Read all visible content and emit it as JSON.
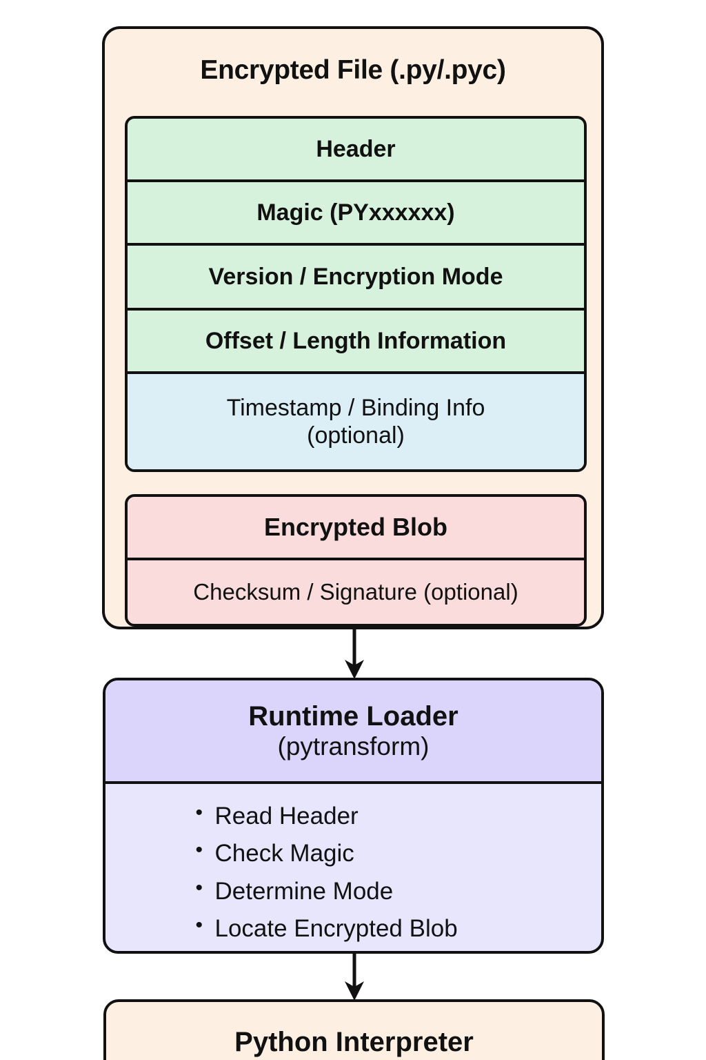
{
  "diagram": {
    "title": "Encrypted File (.py/.pyc)",
    "file_box": {
      "label": "Encrypted File (.py/.pyc)",
      "header_rows": [
        {
          "label": "Header",
          "color": "#D7F2DC",
          "bold": true
        },
        {
          "label": "Magic (PYxxxxxx)",
          "color": "#D7F2DC",
          "bold": true
        },
        {
          "label": "Version / Encryption Mode",
          "color": "#D7F2DC",
          "bold": true
        },
        {
          "label": "Offset / Length Information",
          "color": "#D7F2DC",
          "bold": true
        },
        {
          "label_line1": "Timestamp / Binding Info",
          "label_line2": "(optional)",
          "color": "#DCEEF6",
          "bold": false
        }
      ],
      "blob_rows": [
        {
          "label": "Encrypted Blob",
          "color": "#FADCDC",
          "bold": true
        },
        {
          "label": "Checksum / Signature (optional)",
          "color": "#FADCDC",
          "bold": false
        }
      ]
    },
    "loader_box": {
      "title_line1": "Runtime Loader",
      "title_line2": "(pytransform)",
      "steps": [
        "Read Header",
        "Check Magic",
        "Determine Mode",
        "Locate Encrypted Blob"
      ],
      "header_color": "#DCD5FB",
      "body_color": "#E8E6FD"
    },
    "interpreter_box": {
      "label": "Python Interpreter",
      "color": "#FDF0E3"
    },
    "colors": {
      "cream": "#FDF0E3",
      "green": "#D7F2DC",
      "blue": "#DCEEF6",
      "pink": "#FADCDC",
      "purple": "#DCD5FB",
      "lavender": "#E8E6FD",
      "stroke": "#111111",
      "background": "#FFFFFF"
    },
    "arrows": [
      {
        "name": "file-to-loader",
        "from": "Encrypted File",
        "to": "Runtime Loader"
      },
      {
        "name": "loader-to-interpreter",
        "from": "Runtime Loader",
        "to": "Python Interpreter"
      }
    ]
  }
}
